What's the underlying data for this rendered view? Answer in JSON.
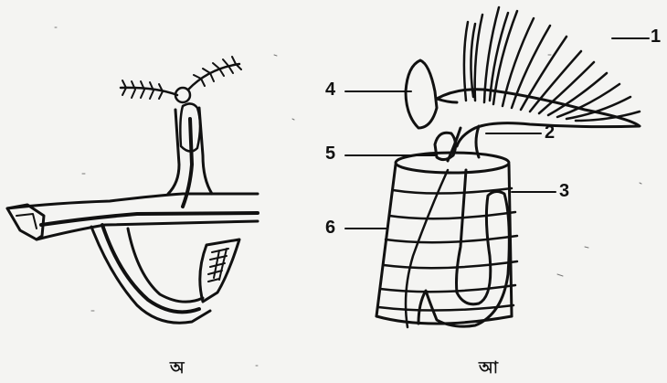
{
  "figure": {
    "left_caption": "অ",
    "right_caption": "আ",
    "labels": [
      "1",
      "2",
      "3",
      "4",
      "5",
      "6"
    ]
  },
  "colors": {
    "ink": "#111111",
    "paper": "#f4f4f2"
  }
}
